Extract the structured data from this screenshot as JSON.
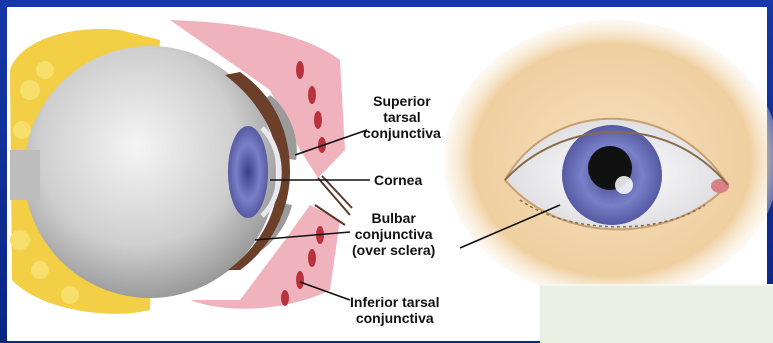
{
  "labels": {
    "superior_tarsal": [
      "Superior",
      "tarsal",
      "conjunctiva"
    ],
    "cornea": "Cornea",
    "bulbar": [
      "Bulbar",
      "conjunctiva",
      "(over sclera)"
    ],
    "inferior_tarsal": [
      "Inferior tarsal",
      "conjunctiva"
    ]
  },
  "colors": {
    "frame": "#0b2a8c",
    "fat": "#f3d24a",
    "globe": "#c9c9c9",
    "iris": "#6d74b8",
    "lid": "#f0b8c0",
    "skin": "#f2d7b0"
  }
}
